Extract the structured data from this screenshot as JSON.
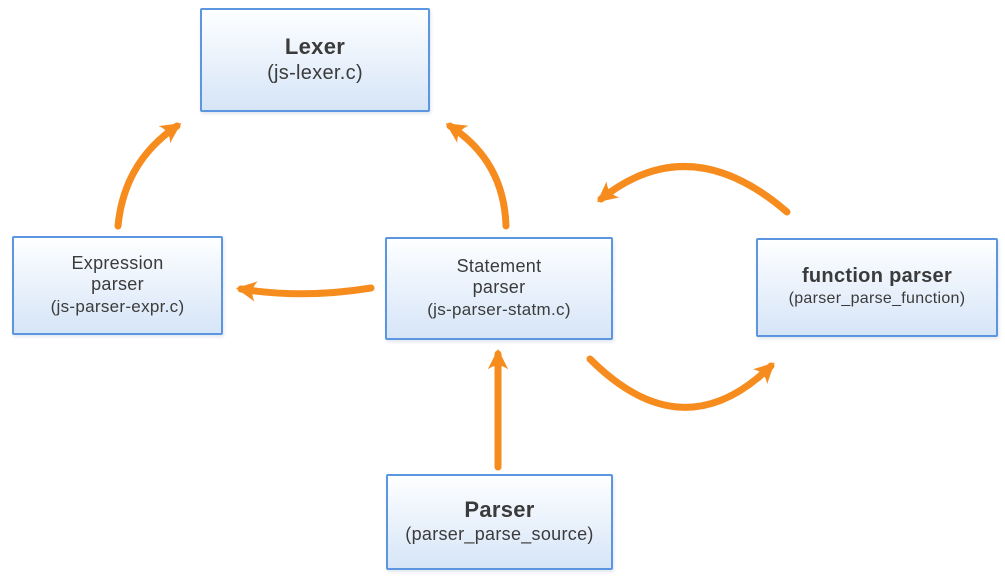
{
  "diagram": {
    "title": "Parser architecture diagram",
    "arrow_color": "#F78C1E",
    "box_border_color": "#5C96E0",
    "box_fill_top": "#FEFFFF",
    "box_fill_bottom": "#D6E5F7",
    "text_color": "#3B3B3B",
    "nodes": [
      {
        "id": "lexer",
        "title": "Lexer",
        "subtitle": "(js-lexer.c)"
      },
      {
        "id": "expression-parser",
        "title": "Expression\nparser",
        "subtitle": "(js-parser-expr.c)"
      },
      {
        "id": "statement-parser",
        "title": "Statement\nparser",
        "subtitle": "(js-parser-statm.c)"
      },
      {
        "id": "function-parser",
        "title": "function parser",
        "subtitle": "(parser_parse_function)"
      },
      {
        "id": "parser",
        "title": "Parser",
        "subtitle": "(parser_parse_source)"
      }
    ],
    "edges": [
      {
        "from": "Expression parser",
        "to": "Lexer"
      },
      {
        "from": "Statement parser",
        "to": "Lexer"
      },
      {
        "from": "Statement parser",
        "to": "Expression parser"
      },
      {
        "from": "function parser",
        "to": "Statement parser"
      },
      {
        "from": "Statement parser",
        "to": "function parser"
      },
      {
        "from": "Parser",
        "to": "Statement parser"
      }
    ]
  }
}
